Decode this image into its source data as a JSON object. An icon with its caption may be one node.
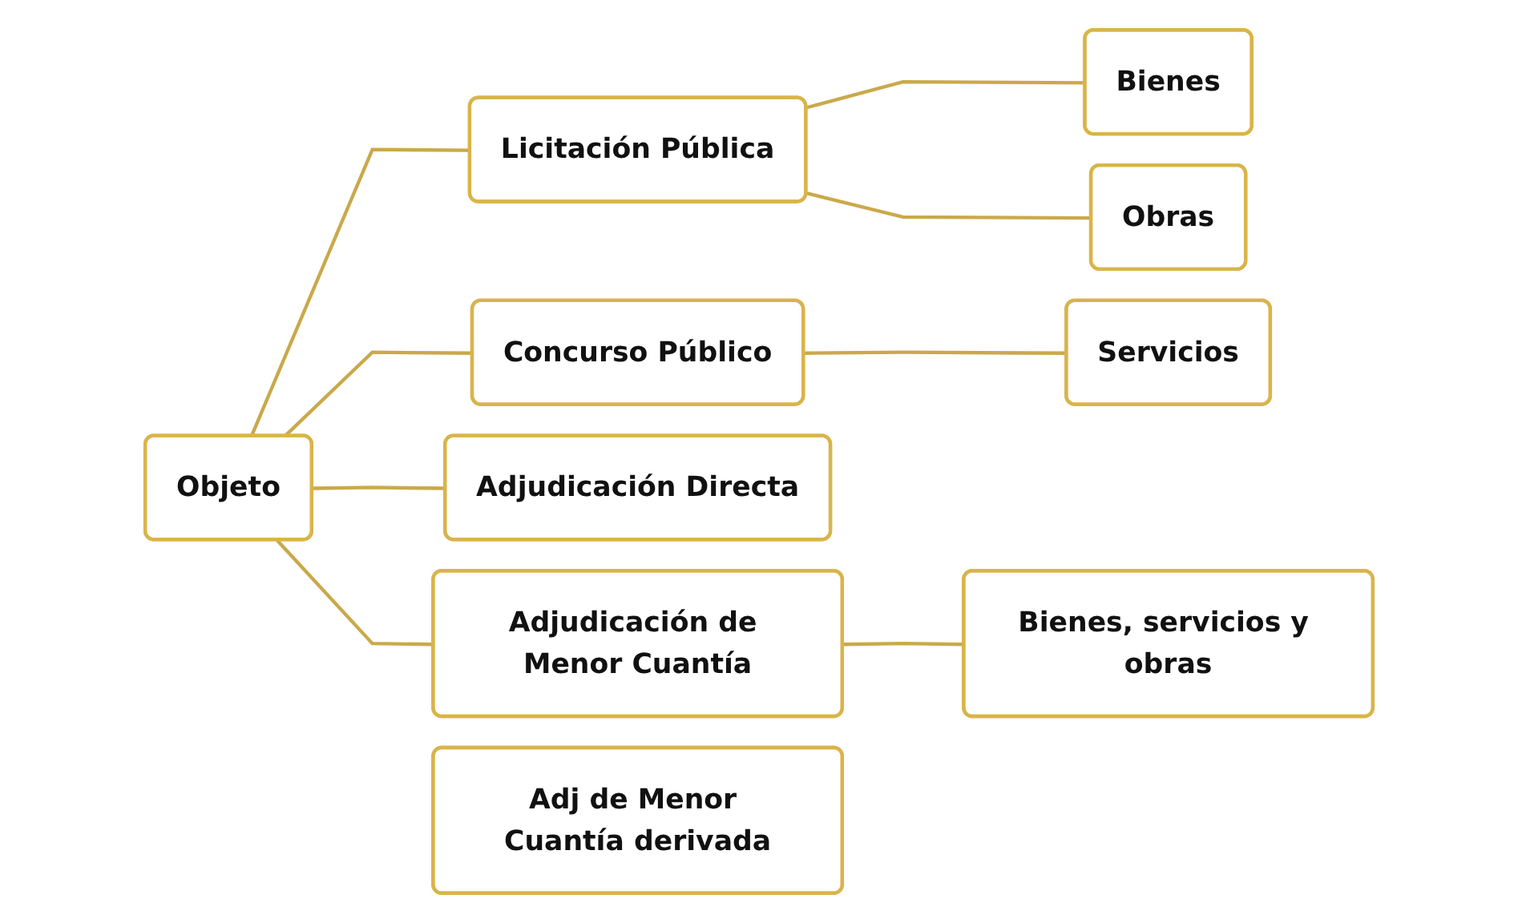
{
  "diagram": {
    "nodes": [
      {
        "text": [
          "Objeto"
        ]
      },
      {
        "text": [
          "Licitación Pública"
        ]
      },
      {
        "text": [
          "Concurso Público"
        ]
      },
      {
        "text": [
          "Adjudicación Directa"
        ]
      },
      {
        "text": [
          "Adjudicación de Menor Cuantía"
        ]
      },
      {
        "text": [
          "Adj de Menor Cuantía derivada"
        ]
      },
      {
        "text": [
          "Bienes"
        ]
      },
      {
        "text": [
          "Obras"
        ]
      },
      {
        "text": [
          "Servicios"
        ]
      },
      {
        "text": [
          "Bienes, servicios y obras"
        ]
      }
    ],
    "edges": [
      {
        "from": 0,
        "to": 1,
        "arrow": "none",
        "color": "#c9a94a"
      },
      {
        "from": 0,
        "to": 2,
        "arrow": "none",
        "color": "#c9a94a"
      },
      {
        "from": 0,
        "to": 3,
        "arrow": "none",
        "color": "#c9a94a"
      },
      {
        "from": 0,
        "to": 4,
        "arrow": "none",
        "color": "#c9a94a"
      },
      {
        "from": 1,
        "to": 6,
        "arrow": "none",
        "color": "#c9a94a"
      },
      {
        "from": 1,
        "to": 7,
        "arrow": "none",
        "color": "#c9a94a"
      },
      {
        "from": 2,
        "to": 8,
        "arrow": "none",
        "color": "#c9a94a"
      },
      {
        "from": 4,
        "to": 9,
        "arrow": "none",
        "color": "#c9a94a"
      }
    ]
  }
}
